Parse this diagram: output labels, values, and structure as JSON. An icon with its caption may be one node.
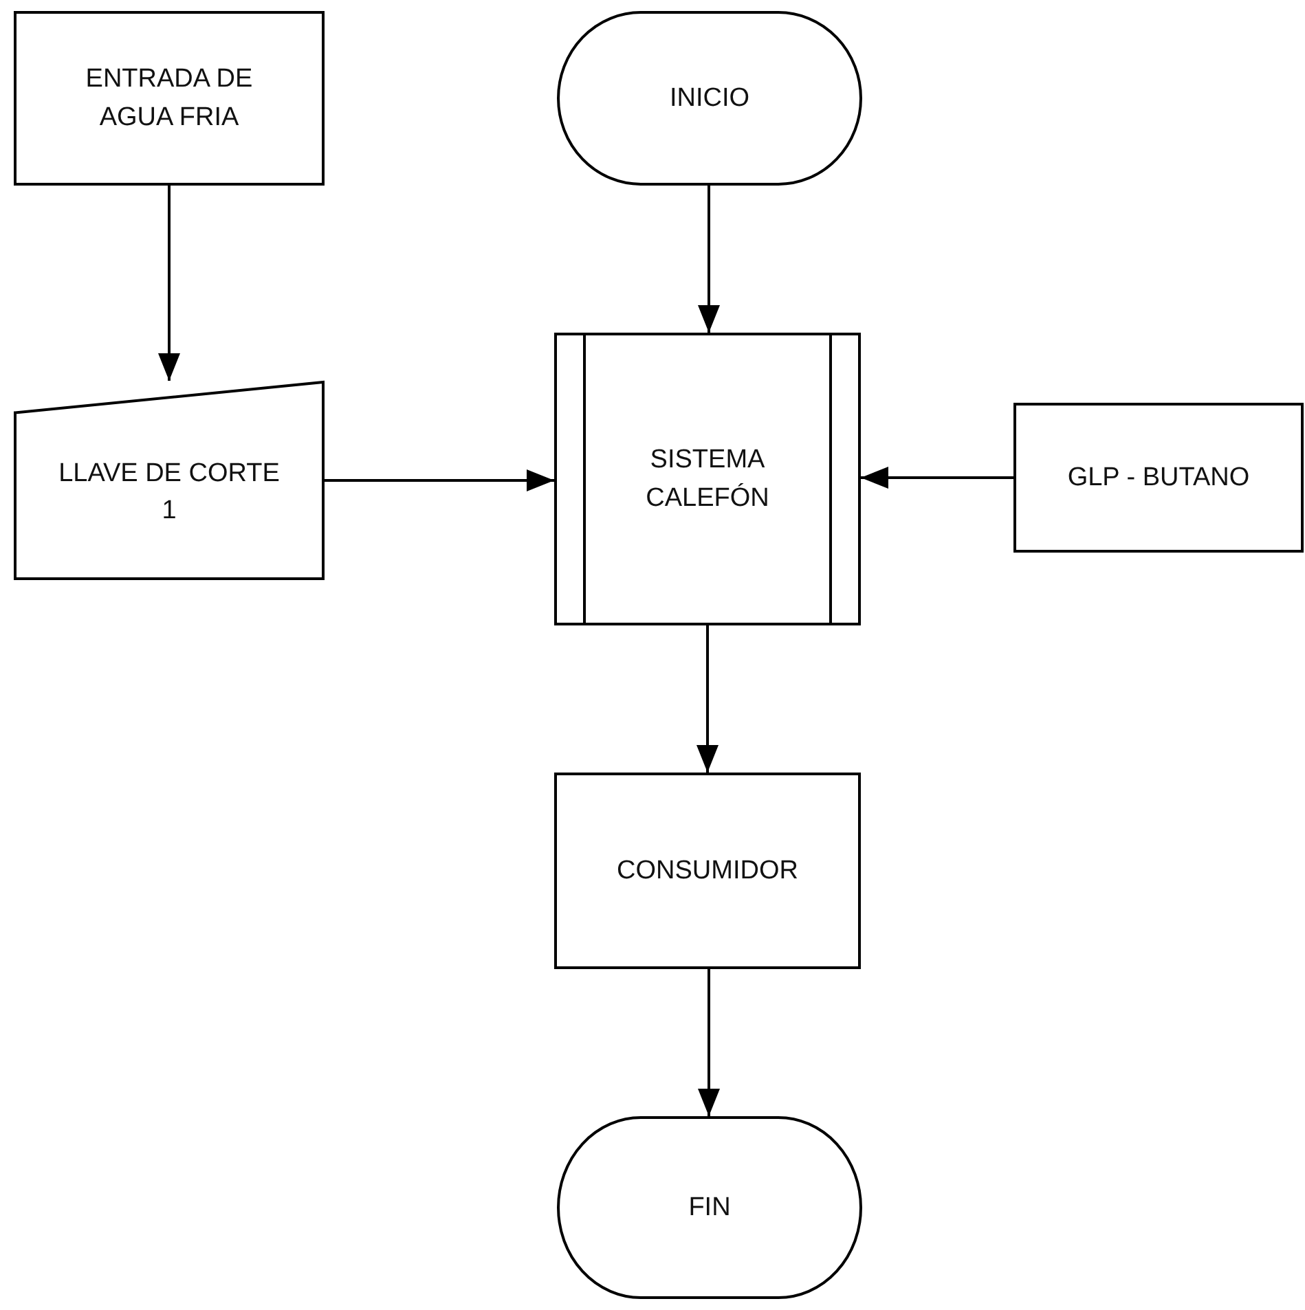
{
  "diagram": {
    "nodes": [
      {
        "text": [
          "ENTRADA DE AGUA FRIA"
        ]
      },
      {
        "text": [
          "INICIO"
        ]
      },
      {
        "text": [
          "LLAVE DE CORTE 1"
        ]
      },
      {
        "text": [
          "SISTEMA CALEFÓN"
        ]
      },
      {
        "text": [
          "GLP - BUTANO"
        ]
      },
      {
        "text": [
          "CONSUMIDOR"
        ]
      },
      {
        "text": [
          "FIN"
        ]
      }
    ],
    "edges": [
      {
        "from": 0,
        "to": 2,
        "arrow": "to"
      },
      {
        "from": 1,
        "to": 3,
        "arrow": "to"
      },
      {
        "from": 2,
        "to": 3,
        "arrow": "to"
      },
      {
        "from": 4,
        "to": 3,
        "arrow": "to"
      },
      {
        "from": 3,
        "to": 5,
        "arrow": "to"
      },
      {
        "from": 5,
        "to": 6,
        "arrow": "to"
      }
    ]
  }
}
